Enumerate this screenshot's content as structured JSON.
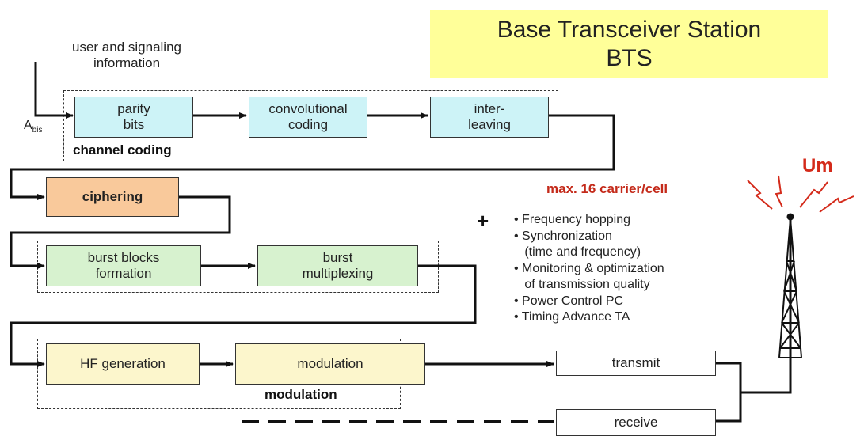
{
  "title": {
    "line1": "Base Transceiver Station",
    "line2": "BTS"
  },
  "input_label": {
    "line1": "user and signaling",
    "line2": "information"
  },
  "abis": {
    "main": "A",
    "sub": "bis"
  },
  "channel_coding": {
    "label": "channel coding",
    "parity": {
      "line1": "parity",
      "line2": "bits"
    },
    "convolutional": {
      "line1": "convolutional",
      "line2": "coding"
    },
    "interleaving": {
      "line1": "inter-",
      "line2": "leaving"
    }
  },
  "ciphering": "ciphering",
  "burst": {
    "blocks": {
      "line1": "burst blocks",
      "line2": "formation"
    },
    "multiplexing": {
      "line1": "burst",
      "line2": "multiplexing"
    }
  },
  "modulation": {
    "label": "modulation",
    "hf": "HF generation",
    "mod": "modulation"
  },
  "transmit": "transmit",
  "receive": "receive",
  "um": "Um",
  "carrier": "max. 16 carrier/cell",
  "plus": "+",
  "features": [
    "• Frequency hopping",
    "• Synchronization",
    "   (time and frequency)",
    "• Monitoring & optimization",
    "   of transmission quality",
    "• Power Control PC",
    "• Timing Advance TA"
  ],
  "colors": {
    "title_bg": "#ffff99",
    "blue_box": "#cdf3f7",
    "orange_box": "#f9c99b",
    "green_box": "#d7f2cf",
    "yellow_box": "#fcf6cc",
    "um_red": "#d42a1a"
  }
}
